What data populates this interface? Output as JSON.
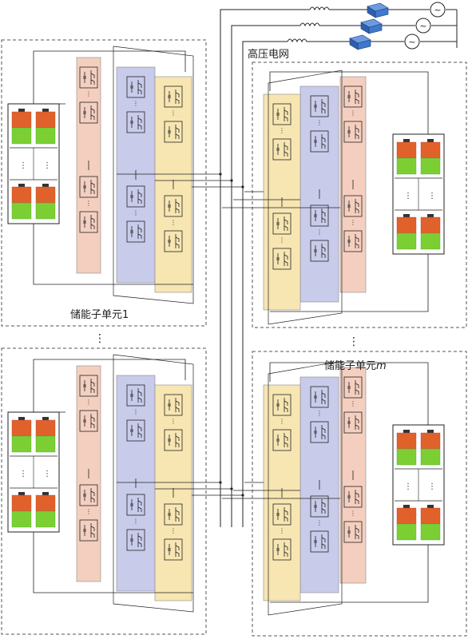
{
  "grid_label": "高压电网",
  "unit_labels": [
    {
      "prefix": "储能子单元",
      "suffix": "1"
    },
    {
      "prefix": "储能子单元",
      "suffix": "m"
    }
  ],
  "ellipsis_between_units": "⋮",
  "ac_source_symbol": "~",
  "colors": {
    "phase_a": "#f4cfc0",
    "phase_b": "#c9cbeb",
    "phase_c": "#f7e6b2",
    "battery_top": "#e0622a",
    "battery_bottom": "#7ccf33",
    "transformer": "#3a6fbf",
    "line": "#222222",
    "dash_border": "#555555"
  }
}
